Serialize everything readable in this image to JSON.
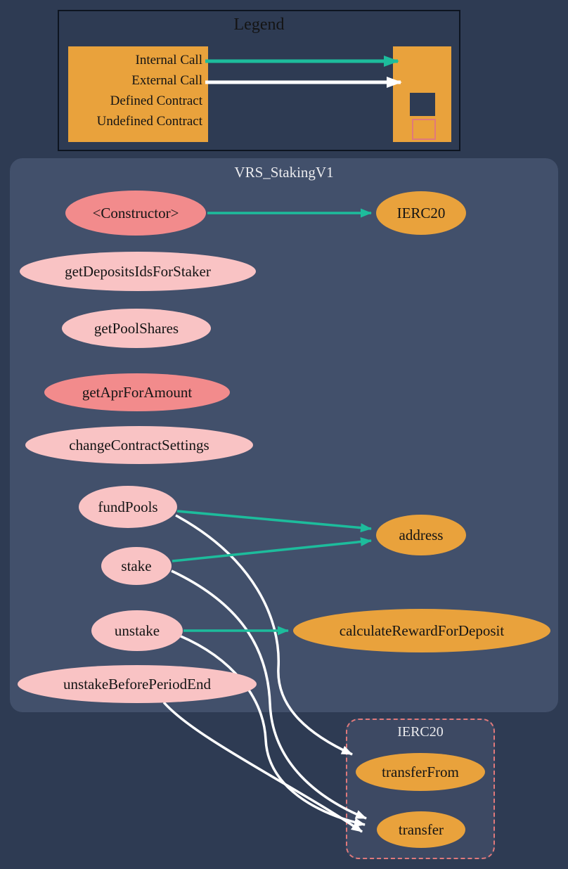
{
  "legend": {
    "title": "Legend",
    "internal_call": "Internal Call",
    "external_call": "External Call",
    "defined_contract": "Defined Contract",
    "undefined_contract": "Undefined Contract"
  },
  "contracts": {
    "vrs_staking": {
      "title": "VRS_StakingV1",
      "nodes": {
        "constructor": "<Constructor>",
        "getDepositsIdsForStaker": "getDepositsIdsForStaker",
        "getPoolShares": "getPoolShares",
        "getAprForAmount": "getAprForAmount",
        "changeContractSettings": "changeContractSettings",
        "fundPools": "fundPools",
        "stake": "stake",
        "unstake": "unstake",
        "unstakeBeforePeriodEnd": "unstakeBeforePeriodEnd",
        "ierc20": "IERC20",
        "address": "address",
        "calculateRewardForDeposit": "calculateRewardForDeposit"
      }
    },
    "ierc20": {
      "title": "IERC20",
      "nodes": {
        "transferFrom": "transferFrom",
        "transfer": "transfer"
      }
    }
  },
  "edges": [
    {
      "from": "<Constructor>",
      "to": "IERC20",
      "type": "internal"
    },
    {
      "from": "fundPools",
      "to": "address",
      "type": "internal"
    },
    {
      "from": "stake",
      "to": "address",
      "type": "internal"
    },
    {
      "from": "unstake",
      "to": "calculateRewardForDeposit",
      "type": "internal"
    },
    {
      "from": "fundPools",
      "to": "transferFrom",
      "type": "external"
    },
    {
      "from": "stake",
      "to": "transfer",
      "type": "external"
    },
    {
      "from": "unstake",
      "to": "transfer",
      "type": "external"
    },
    {
      "from": "unstakeBeforePeriodEnd",
      "to": "transfer",
      "type": "external"
    }
  ],
  "colors": {
    "background": "#2E3B53",
    "container_fill": "#42506B",
    "external_box_fill": "#3D4963",
    "node_pink": "#F9C3C4",
    "node_salmon": "#F28B8C",
    "node_orange": "#E9A23C",
    "internal_call": "#1DBC9C",
    "external_call": "#FFFFFF",
    "undefined_border": "#E0797B",
    "legend_border": "#0D1420",
    "text_dark": "#141414",
    "text_light": "#EBEBEE"
  }
}
